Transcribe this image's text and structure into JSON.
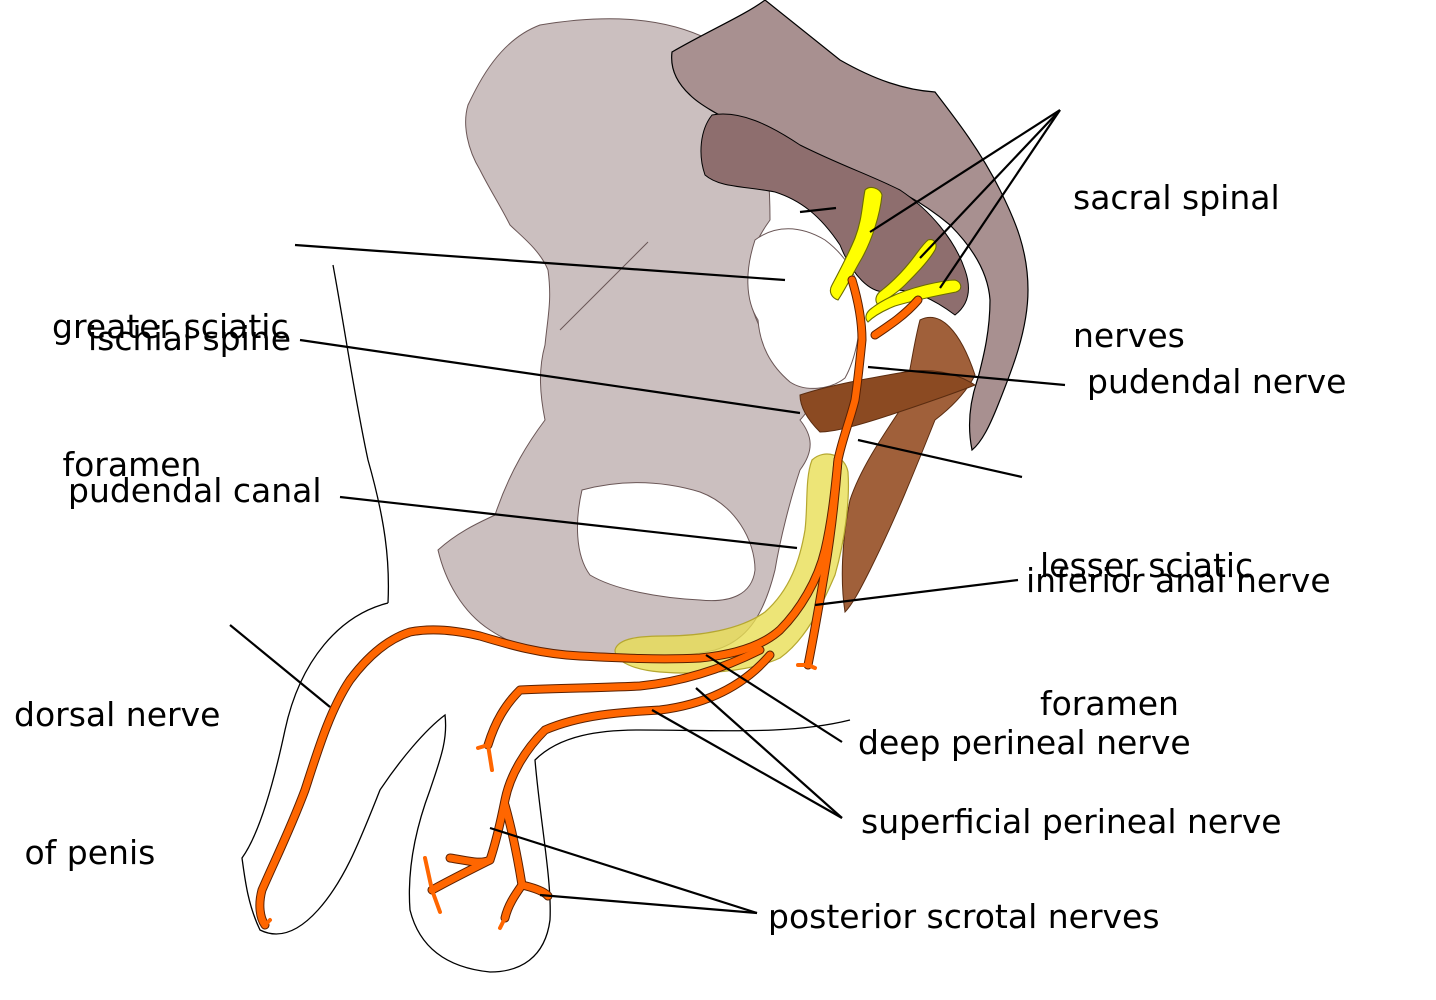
{
  "labels": {
    "sacral_spinal": [
      "sacral spinal",
      "nerves"
    ],
    "greater_sciatic": [
      "greater sciatic",
      " foramen"
    ],
    "ischial_spine": "ischial spine",
    "pudendal_nerve": "pudendal nerve",
    "lesser_sciatic": [
      "lesser sciatic",
      "foramen"
    ],
    "pudendal_canal": "pudendal canal",
    "inferior_anal": "inferior anal nerve",
    "dorsal_nerve": [
      "dorsal nerve",
      " of penis"
    ],
    "deep_perineal": "deep perineal nerve",
    "superficial_perineal": "superficial perineal nerve",
    "posterior_scrotal": "posterior scrotal nerves"
  },
  "colors": {
    "pelvis_bone": "#cbbfbf",
    "sacrum": "#a89090",
    "sacrum_shadow": "#8e6e6e",
    "ligament": "#8b4a22",
    "ligament_light": "#a0603a",
    "sacral_nerve": "#ffff00",
    "pudendal_nerve": "#ff6600",
    "canal": "#e9de55"
  }
}
